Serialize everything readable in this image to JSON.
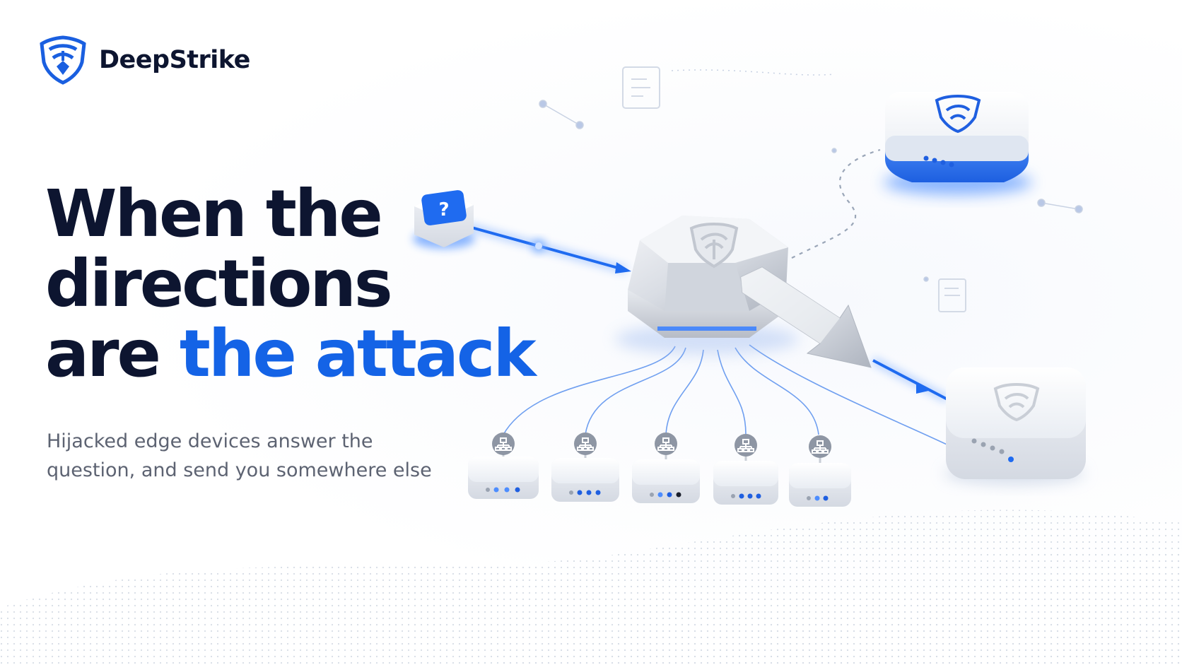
{
  "brand": {
    "name": "DeepStrike",
    "logo_icon": "shield-icon"
  },
  "headline": {
    "line1": "When the",
    "line2": "directions",
    "line3_plain": "are ",
    "line3_accent": "the attack"
  },
  "subheadline": {
    "line1": "Hijacked edge devices answer the",
    "line2": "question, and send you somewhere else"
  },
  "illustration": {
    "query_symbol": "?",
    "icons": [
      "question-icon",
      "shield-icon",
      "network-icon",
      "document-icon",
      "arrow-icon"
    ]
  },
  "colors": {
    "text_dark": "#0d1530",
    "accent_blue": "#1463e6",
    "sub_text": "#5d6372",
    "glow_blue": "#2f7cff"
  }
}
